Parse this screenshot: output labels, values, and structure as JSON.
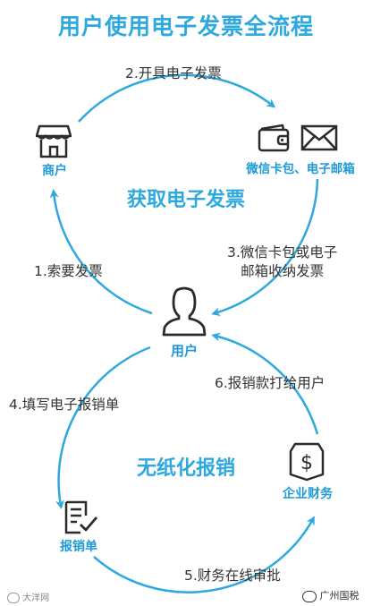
{
  "title": "用户使用电子发票全流程",
  "steps": {
    "s1": "1.索要发票",
    "s2": "2.开具电子发票",
    "s3_line1": "3.微信卡包或电子",
    "s3_line2": "邮箱收纳发票",
    "s4": "4.填写电子报销单",
    "s5": "5.财务在线审批",
    "s6": "6.报销款打给用户"
  },
  "nodes": {
    "merchant": "商户",
    "wallet_mail": "微信卡包、电子邮箱",
    "user": "用户",
    "reimburse_form": "报销单",
    "finance": "企业财务"
  },
  "sections": {
    "top": "获取电子发票",
    "bottom": "无纸化报销"
  },
  "watermarks": {
    "left": "大洋网",
    "right": "广州国税"
  },
  "icons": {
    "merchant": "shop-icon",
    "wallet": "wallet-icon",
    "mail": "envelope-icon",
    "user": "user-icon",
    "form": "form-check-icon",
    "finance": "dollar-shield-icon"
  },
  "colors": {
    "accent": "#2ea9de",
    "node_label": "#1e9ad6",
    "text": "#333333",
    "icon": "#2b2b2b"
  }
}
